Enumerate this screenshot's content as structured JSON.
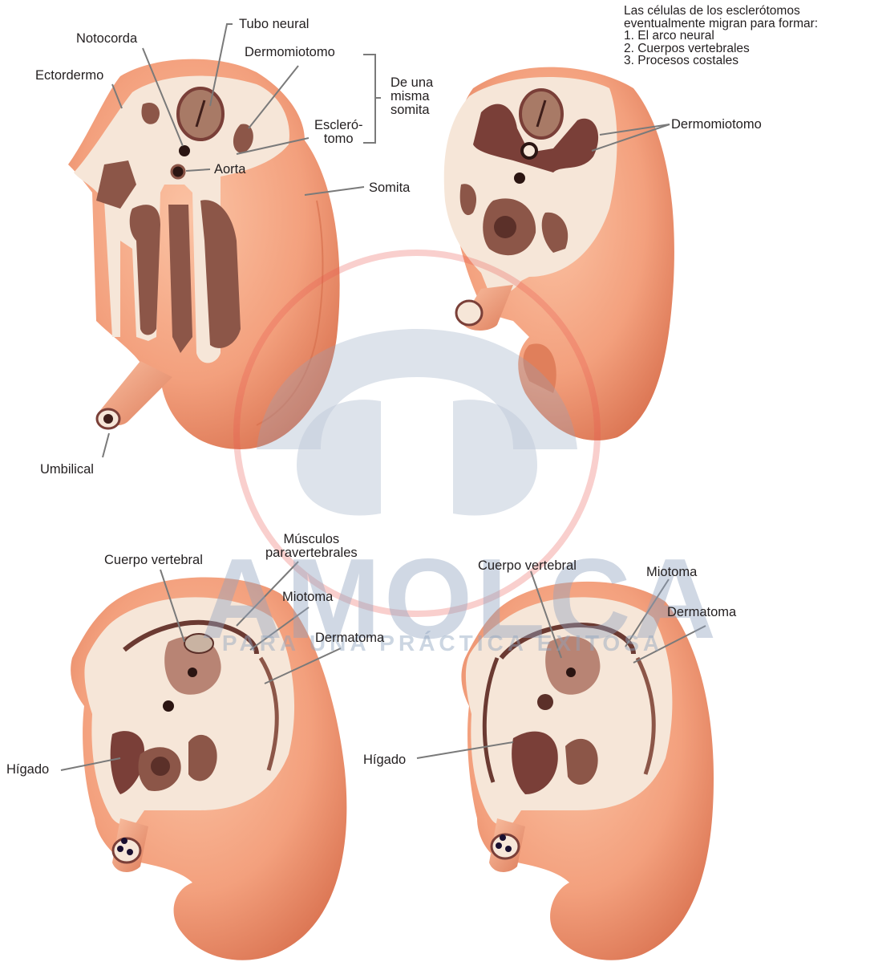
{
  "panel_top_left": {
    "labels": {
      "tubo_neural": "Tubo neural",
      "notocorda": "Notocorda",
      "dermomiotomo": "Dermomiotomo",
      "ectodermo": "Ectordermo",
      "de_una_misma_somita": [
        "De una",
        "misma",
        "somita"
      ],
      "esclerotomo": [
        "Escleró-",
        "tomo"
      ],
      "aorta": "Aorta",
      "somita": "Somita",
      "umbilical": "Umbilical"
    }
  },
  "panel_top_right": {
    "note": [
      "Las células de los esclerótomos",
      "eventualmente migran para formar:",
      "1. El arco neural",
      "2. Cuerpos vertebrales",
      "3. Procesos costales"
    ],
    "labels": {
      "dermomiotomo": "Dermomiotomo"
    }
  },
  "panel_bottom_left": {
    "labels": {
      "musculos_paravertebrales": [
        "Músculos",
        "paravertebrales"
      ],
      "cuerpo_vertebral": "Cuerpo vertebral",
      "miotoma": "Miotoma",
      "dermatoma": "Dermatoma",
      "higado": "Hígado"
    }
  },
  "panel_bottom_right": {
    "labels": {
      "cuerpo_vertebral": "Cuerpo vertebral",
      "miotoma": "Miotoma",
      "dermatoma": "Dermatoma",
      "higado": "Hígado"
    }
  },
  "watermark": {
    "word": "AMOLCA",
    "tagline": "PARA UNA PRÁCTICA EXITOSA"
  },
  "colors": {
    "skin": "#f3a07d",
    "skin_dark": "#e07f5b",
    "tissue_light": "#f6e6d8",
    "cavity": "#8c5648",
    "tube": "#a87a66",
    "leader": "#7a7a7a",
    "watermark_blue": "#8fa3be",
    "watermark_red": "#e8524a"
  }
}
